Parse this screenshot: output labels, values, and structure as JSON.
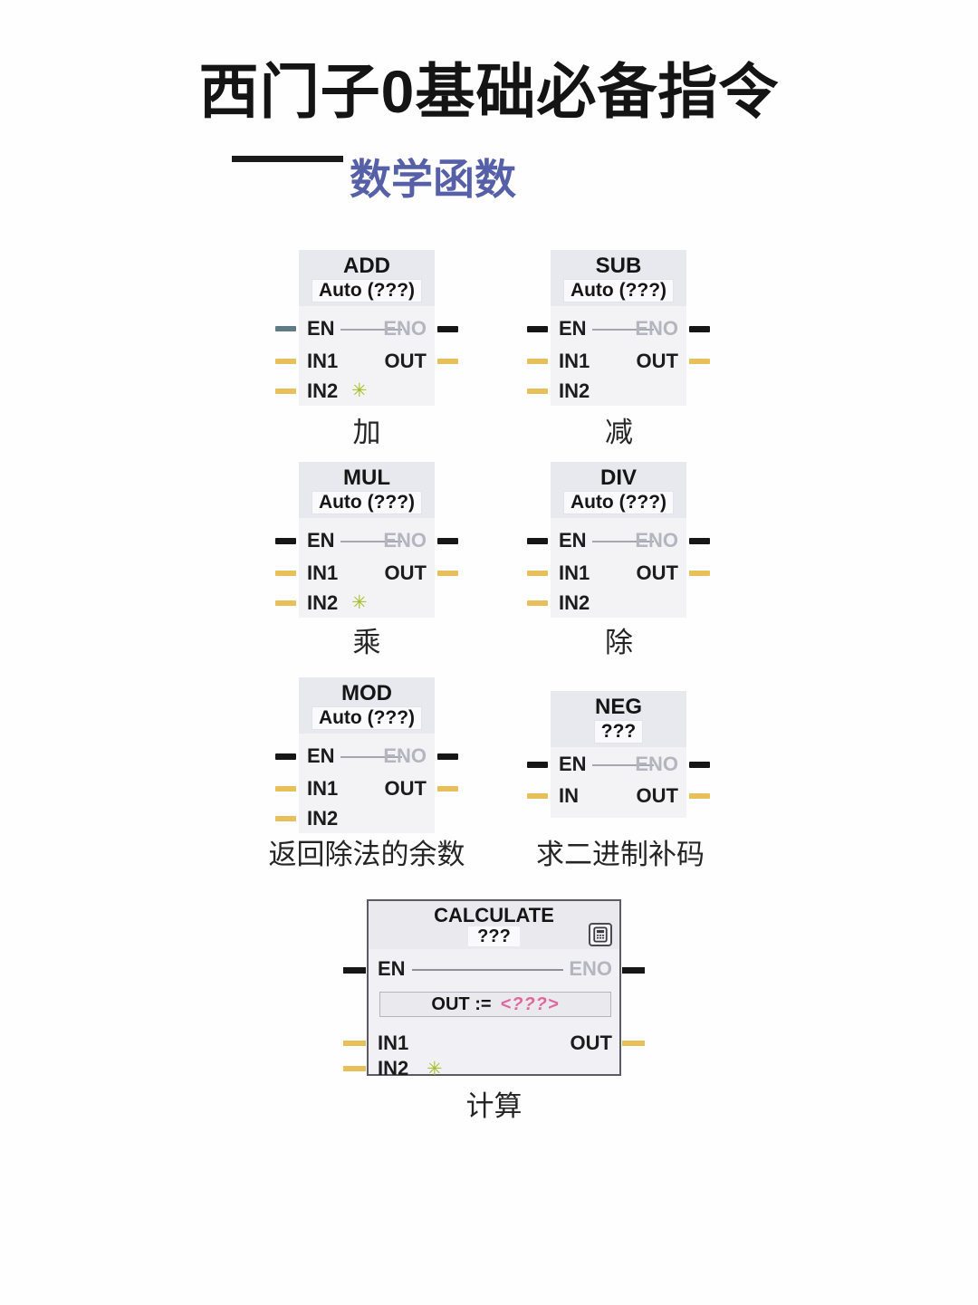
{
  "header": {
    "title": "西门子0基础必备指令",
    "subtitle": "数学函数",
    "subtitle_dash": "——"
  },
  "icons": {
    "star": "✳",
    "calculator": "calculator-icon"
  },
  "colors": {
    "subtitle_accent": "#5660a8",
    "block_header_bg": "#e8e8ef",
    "block_body_bg": "#f3f3f6",
    "stub_yellow": "#e7c05a",
    "stub_black": "#161616",
    "stub_slate": "#5e7b86",
    "eno_text_gray": "#b5b5bf",
    "star_green": "#a6bd2a",
    "expression_pink": "#df679b"
  },
  "blocks": [
    {
      "title": "ADD",
      "type_label": "Auto (???)",
      "caption": "加",
      "left_pins": [
        "EN",
        "IN1",
        "IN2"
      ],
      "right_pins": [
        "ENO",
        "OUT"
      ],
      "has_star": true
    },
    {
      "title": "SUB",
      "type_label": "Auto (???)",
      "caption": "减",
      "left_pins": [
        "EN",
        "IN1",
        "IN2"
      ],
      "right_pins": [
        "ENO",
        "OUT"
      ],
      "has_star": false
    },
    {
      "title": "MUL",
      "type_label": "Auto (???)",
      "caption": "乘",
      "left_pins": [
        "EN",
        "IN1",
        "IN2"
      ],
      "right_pins": [
        "ENO",
        "OUT"
      ],
      "has_star": true
    },
    {
      "title": "DIV",
      "type_label": "Auto (???)",
      "caption": "除",
      "left_pins": [
        "EN",
        "IN1",
        "IN2"
      ],
      "right_pins": [
        "ENO",
        "OUT"
      ],
      "has_star": false
    },
    {
      "title": "MOD",
      "type_label": "Auto (???)",
      "caption": "返回除法的余数",
      "left_pins": [
        "EN",
        "IN1",
        "IN2"
      ],
      "right_pins": [
        "ENO",
        "OUT"
      ],
      "has_star": false
    },
    {
      "title": "NEG",
      "type_label": "???",
      "caption": "求二进制补码",
      "left_pins": [
        "EN",
        "IN"
      ],
      "right_pins": [
        "ENO",
        "OUT"
      ],
      "has_star": false
    }
  ],
  "calculate": {
    "title": "CALCULATE",
    "type_label": "???",
    "caption": "计算",
    "pin_en": "EN",
    "pin_eno": "ENO",
    "pin_in1": "IN1",
    "pin_in2": "IN2",
    "pin_out": "OUT",
    "expression_label": "OUT :=",
    "expression_value": "<???>"
  }
}
